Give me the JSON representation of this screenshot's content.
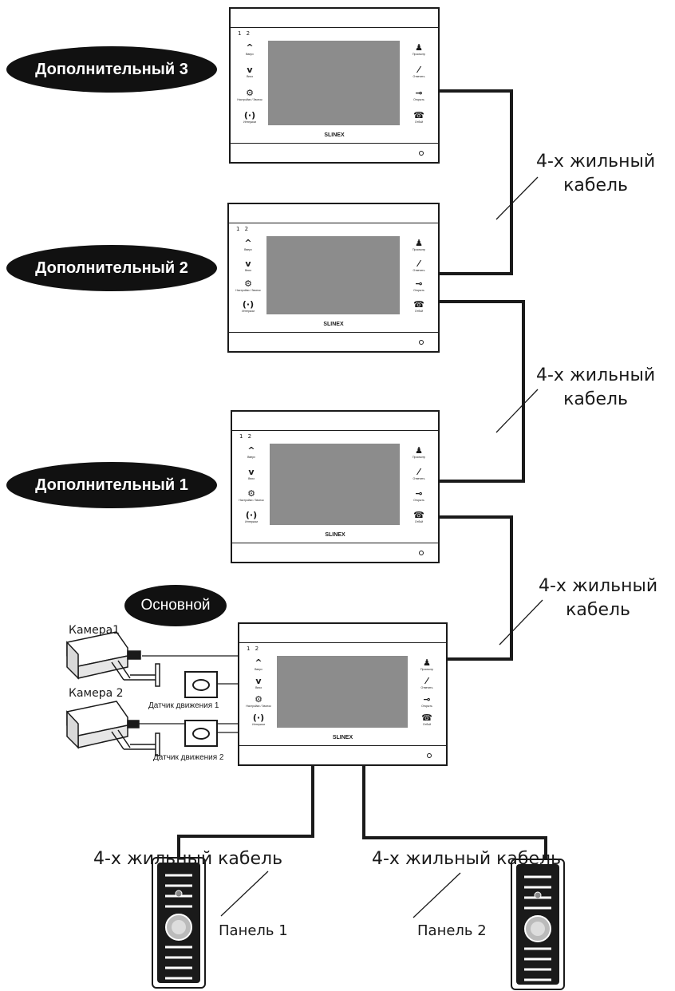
{
  "monitors": {
    "status": "1 2",
    "logo": "SLINEX",
    "left_buttons": [
      {
        "icon": "^",
        "label": "Вверх"
      },
      {
        "icon": "v",
        "label": "Вниз"
      },
      {
        "icon": "⚙",
        "label": "Настройки / Звонок"
      },
      {
        "icon": "(·)",
        "label": "Интерком"
      }
    ],
    "right_buttons": [
      {
        "icon": "♟",
        "label": "Просмотр"
      },
      {
        "icon": "⁄",
        "label": "Ответить"
      },
      {
        "icon": "⊸",
        "label": "Открыть"
      },
      {
        "icon": "☎",
        "label": "Отбой"
      }
    ]
  },
  "badges": {
    "additional_3": "Дополнительный 3",
    "additional_2": "Дополнительный 2",
    "additional_1": "Дополнительный 1",
    "main": "Основной"
  },
  "cables": {
    "label_line1": "4-х жильный",
    "label_line2": "кабель",
    "label_single": "4-х жильный кабель"
  },
  "devices": {
    "camera_1": "Камера1",
    "camera_2": "Камера 2",
    "motion_sensor_1": "Датчик движения 1",
    "motion_sensor_2": "Датчик движения 2",
    "panel_1": "Панель 1",
    "panel_2": "Панель 2"
  },
  "colors": {
    "wire": "#1a1a1a",
    "screen": "#8c8c8c",
    "badge": "#111111"
  }
}
